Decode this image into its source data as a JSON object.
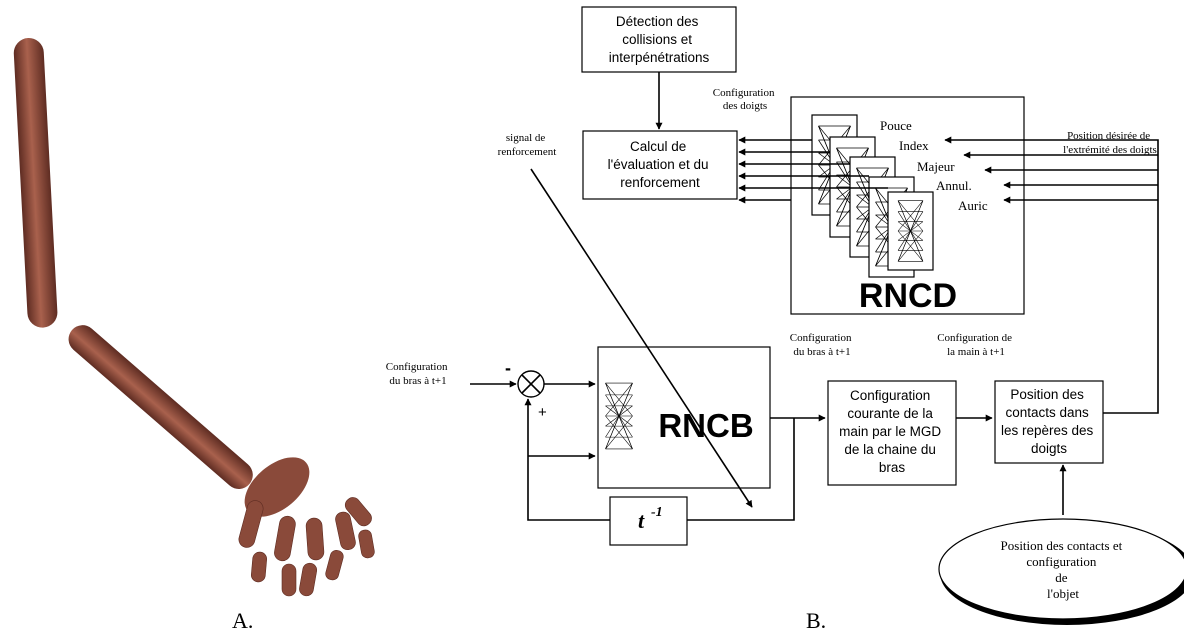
{
  "panel_a": {
    "caption": "A.",
    "arm_color": "#8a4a3a",
    "arm_highlight": "#b06a56",
    "arm_shadow": "#5e2c22"
  },
  "panel_b": {
    "caption": "B.",
    "boxes": {
      "detection": [
        "Détection des",
        "collisions et",
        "interpénétrations"
      ],
      "calcul": [
        "Calcul de",
        "l'évaluation et du",
        "renforcement"
      ],
      "rncd": "RNCD",
      "rncb": "RNCB",
      "config_courante": [
        "Configuration",
        "courante de la",
        "main par le MGD",
        "de la chaine du",
        "bras"
      ],
      "position_contacts": [
        "Position des",
        "contacts dans",
        "les repères des",
        "doigts"
      ],
      "delay_base": "t",
      "delay_exp": "-1",
      "ellipse": [
        "Position des contacts et",
        "configuration",
        "de",
        "l'objet"
      ]
    },
    "fingers": [
      "Pouce",
      "Index",
      "Majeur",
      "Annul.",
      "Auric"
    ],
    "labels": {
      "config_doigts": [
        "Configuration",
        "des doigts"
      ],
      "position_desiree": [
        "Position désirée de",
        "l'extrémité des doigts"
      ],
      "signal": [
        "signal de",
        "renforcement"
      ],
      "config_bras_in": [
        "Configuration",
        "du bras à t+1"
      ],
      "config_bras_out": [
        "Configuration",
        "du bras à t+1"
      ],
      "config_main": [
        "Configuration de",
        "la main à t+1"
      ],
      "minus": "-",
      "plus": "+"
    }
  }
}
